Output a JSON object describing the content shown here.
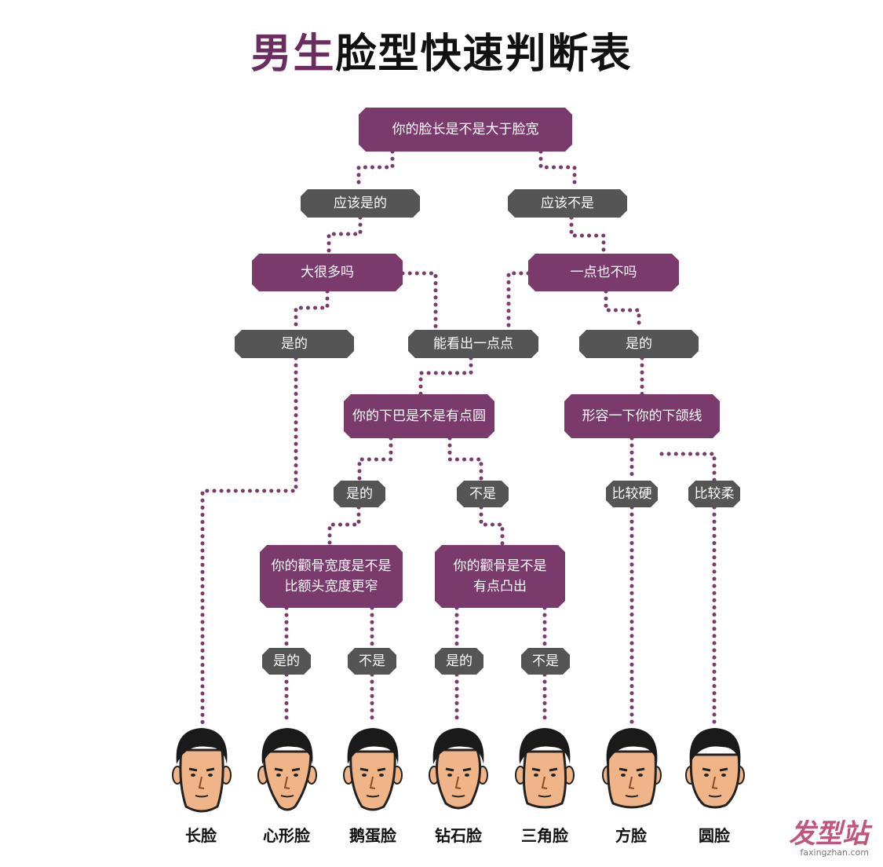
{
  "title": {
    "accent": "男生",
    "rest": "脸型快速判断表"
  },
  "nodes": {
    "q1": "你的脸长是不是大于脸宽",
    "a_yes": "应该是的",
    "a_no": "应该不是",
    "q2": "大很多吗",
    "q3": "一点也不吗",
    "a_shide1": "是的",
    "a_kanchu": "能看出一点点",
    "a_shide2": "是的",
    "q4": "你的下巴是不是有点圆",
    "q5": "形容一下你的下颌线",
    "a_shide3": "是的",
    "a_bushi1": "不是",
    "a_bijiaoying": "比较硬",
    "a_bijiaorou": "比较柔",
    "q6": "你的颧骨宽度是不是\n比额头宽度更窄",
    "q7": "你的颧骨是不是\n有点凸出",
    "a_shide4": "是的",
    "a_bushi2": "不是",
    "a_shide5": "是的",
    "a_bushi3": "不是"
  },
  "faces": [
    "长脸",
    "心形脸",
    "鹅蛋脸",
    "钻石脸",
    "三角脸",
    "方脸",
    "圆脸"
  ],
  "logo": {
    "main": "发型站",
    "sub": "faxingzhan.com"
  },
  "colors": {
    "question": "#7a3a6c",
    "answer": "#555555",
    "connector": "#7a3a6c",
    "skin": "#f0b489",
    "hair": "#1a1a1a"
  }
}
